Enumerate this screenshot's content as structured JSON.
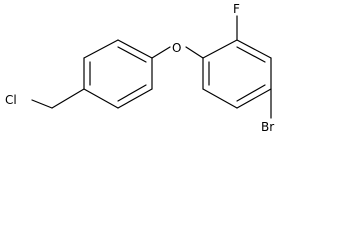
{
  "molecule": {
    "atoms": {
      "chlorine": "Cl",
      "oxygen": "O",
      "fluorine": "F",
      "bromine": "Br"
    }
  },
  "colors": {
    "bond": "#000000",
    "label": "#000000",
    "background": "#ffffff"
  }
}
